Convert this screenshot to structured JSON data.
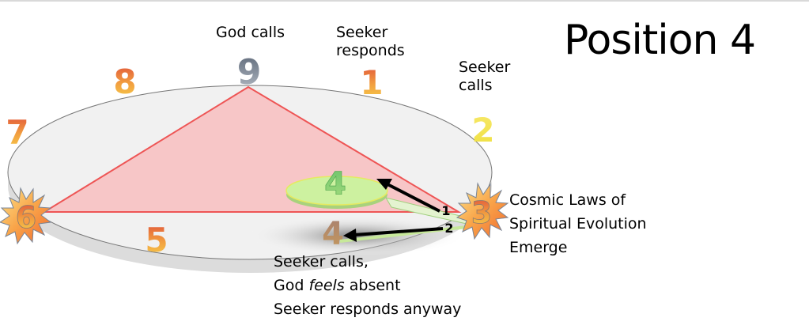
{
  "title": "Position 4",
  "labels": {
    "god_calls": "God calls",
    "seeker_responds": "Seeker\nresponds",
    "seeker_calls": "Seeker\ncalls",
    "cosmic_laws": "Cosmic Laws of\nSpiritual Evolution\nEmerge",
    "bottom_note": {
      "line1": "Seeker calls,",
      "line2_prefix": "God ",
      "line2_italic": "feels",
      "line2_suffix": " absent",
      "line3": "Seeker responds anyway"
    }
  },
  "cycle_numbers": [
    "1",
    "2",
    "3",
    "4",
    "5",
    "6",
    "7",
    "8",
    "9"
  ],
  "inner_numbers": {
    "upper_four": "4",
    "lower_four": "4"
  },
  "arrow_labels": {
    "arrow1": "1",
    "arrow2": "2"
  },
  "colors": {
    "triangle_fill": "#f7c6c7",
    "triangle_stroke": "#ee5555",
    "ellipse_fill": "#f1f1f1",
    "disc_fill": "#cdf1a0",
    "star_fill": "#f7893e",
    "nine_color": "#707a86"
  }
}
